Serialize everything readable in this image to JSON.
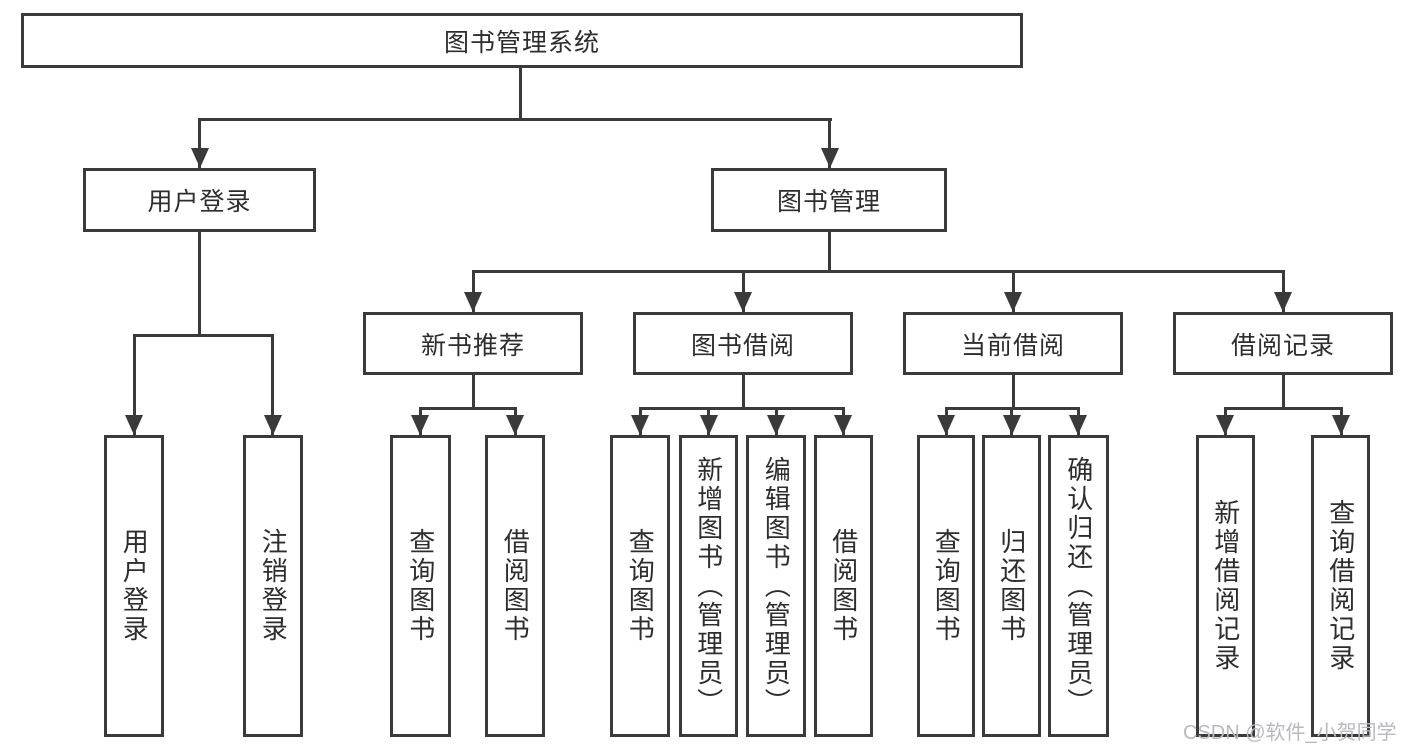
{
  "diagram": {
    "type": "hierarchy-tree",
    "root": {
      "label": "图书管理系统"
    },
    "level2": {
      "user_login": {
        "label": "用户登录"
      },
      "book_mgmt": {
        "label": "图书管理"
      }
    },
    "level3": {
      "new_rec": {
        "label": "新书推荐",
        "parent": "图书管理"
      },
      "book_borrow": {
        "label": "图书借阅",
        "parent": "图书管理"
      },
      "current_borrow": {
        "label": "当前借阅",
        "parent": "图书管理"
      },
      "borrow_record": {
        "label": "借阅记录",
        "parent": "图书管理"
      }
    },
    "leaves": [
      {
        "label": "用户登录",
        "parent": "用户登录"
      },
      {
        "label": "注销登录",
        "parent": "用户登录"
      },
      {
        "label": "查询图书",
        "parent": "新书推荐"
      },
      {
        "label": "借阅图书",
        "parent": "新书推荐"
      },
      {
        "label": "查询图书",
        "parent": "图书借阅"
      },
      {
        "label": "新增图书（管理员）",
        "parent": "图书借阅"
      },
      {
        "label": "编辑图书（管理员）",
        "parent": "图书借阅"
      },
      {
        "label": "借阅图书",
        "parent": "图书借阅"
      },
      {
        "label": "查询图书",
        "parent": "当前借阅"
      },
      {
        "label": "归还图书",
        "parent": "当前借阅"
      },
      {
        "label": "确认归还（管理员）",
        "parent": "当前借阅"
      },
      {
        "label": "新增借阅记录",
        "parent": "借阅记录"
      },
      {
        "label": "查询借阅记录",
        "parent": "借阅记录"
      }
    ]
  },
  "watermark": {
    "text": "CSDN @软件_小贺同学"
  },
  "colors": {
    "line": "#3a3a3a",
    "box_border": "#3a3a3a",
    "text": "#2d2d2d",
    "watermark": "#b9b9c1",
    "background": "#ffffff"
  }
}
